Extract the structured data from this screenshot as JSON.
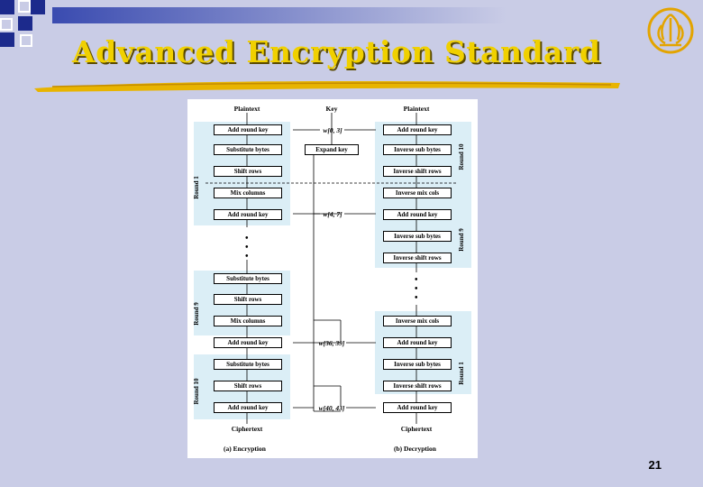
{
  "slide": {
    "title": "Advanced Encryption Standard",
    "page_number": "21"
  },
  "colors": {
    "background": "#c9cce6",
    "title": "#f0d000",
    "panel": "#dbeef6",
    "logo": "#e3a400"
  },
  "icons": [
    "thai-emblem-logo-icon"
  ],
  "figure": {
    "enc": {
      "plaintext": "Plaintext",
      "add_round_key": "Add round key",
      "substitute_bytes": "Substitute bytes",
      "shift_rows": "Shift rows",
      "mix_columns": "Mix columns",
      "ciphertext": "Ciphertext",
      "caption": "(a) Encryption"
    },
    "key": {
      "label": "Key",
      "expand_key": "Expand key",
      "w0": "w[0, 3]",
      "w1": "w[4, 7]",
      "w9": "w[36, 39]",
      "w10": "w[40, 43]"
    },
    "dec": {
      "plaintext": "Plaintext",
      "add_round_key": "Add round key",
      "inv_sub_bytes": "Inverse sub bytes",
      "inv_shift_rows": "Inverse shift rows",
      "inv_mix_cols": "Inverse mix cols",
      "ciphertext": "Ciphertext",
      "caption": "(b) Decryption"
    },
    "rounds": {
      "r1": "Round 1",
      "r9": "Round 9",
      "r10": "Round 10"
    }
  }
}
